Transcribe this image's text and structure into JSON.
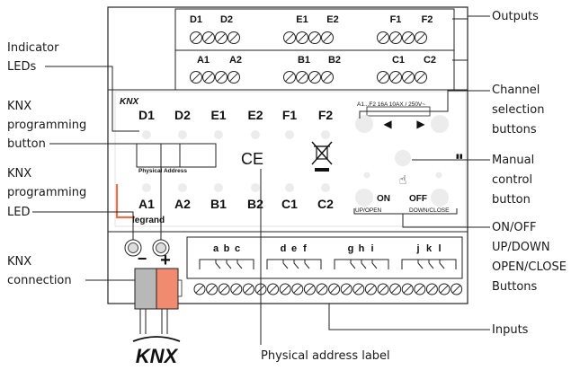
{
  "callouts": {
    "outputs": "Outputs",
    "indicator_leds": [
      "Indicator",
      "LEDs"
    ],
    "knx_prog_button": [
      "KNX",
      "programming",
      "button"
    ],
    "knx_prog_led": [
      "KNX",
      "programming",
      "LED"
    ],
    "knx_connection": [
      "KNX",
      "connection"
    ],
    "channel_selection": [
      "Channel",
      "selection",
      "buttons"
    ],
    "manual_control": [
      "Manual",
      "control",
      "button"
    ],
    "on_off_buttons": [
      "ON/OFF",
      "UP/DOWN",
      "OPEN/CLOSE",
      "Buttons"
    ],
    "inputs": "Inputs",
    "physical_address_label": "Physical address label"
  },
  "device": {
    "output_terminals_top": [
      "D1",
      "D2",
      "E1",
      "E2",
      "F1",
      "F2"
    ],
    "output_terminals_bottom": [
      "A1",
      "A2",
      "B1",
      "B2",
      "C1",
      "C2"
    ],
    "led_labels_top": [
      "D1",
      "D2",
      "E1",
      "E2",
      "F1",
      "F2"
    ],
    "led_labels_bottom": [
      "A1",
      "A2",
      "B1",
      "B2",
      "C1",
      "C2"
    ],
    "knx_logo": "KNX",
    "physical_address": "Physical Address",
    "ce_mark": "CE",
    "brand": "legrand",
    "rating": "A1...F2  16A  10AX / 250V~",
    "on_label": "ON",
    "off_label": "OFF",
    "up_open": "UP/OPEN",
    "down_close": "DOWN/CLOSE",
    "input_letters": [
      "a",
      "b",
      "c",
      "d",
      "e",
      "f",
      "g",
      "h",
      "i",
      "j",
      "k",
      "l"
    ],
    "minus": "−",
    "plus": "+",
    "connector_logo": "KNX"
  }
}
